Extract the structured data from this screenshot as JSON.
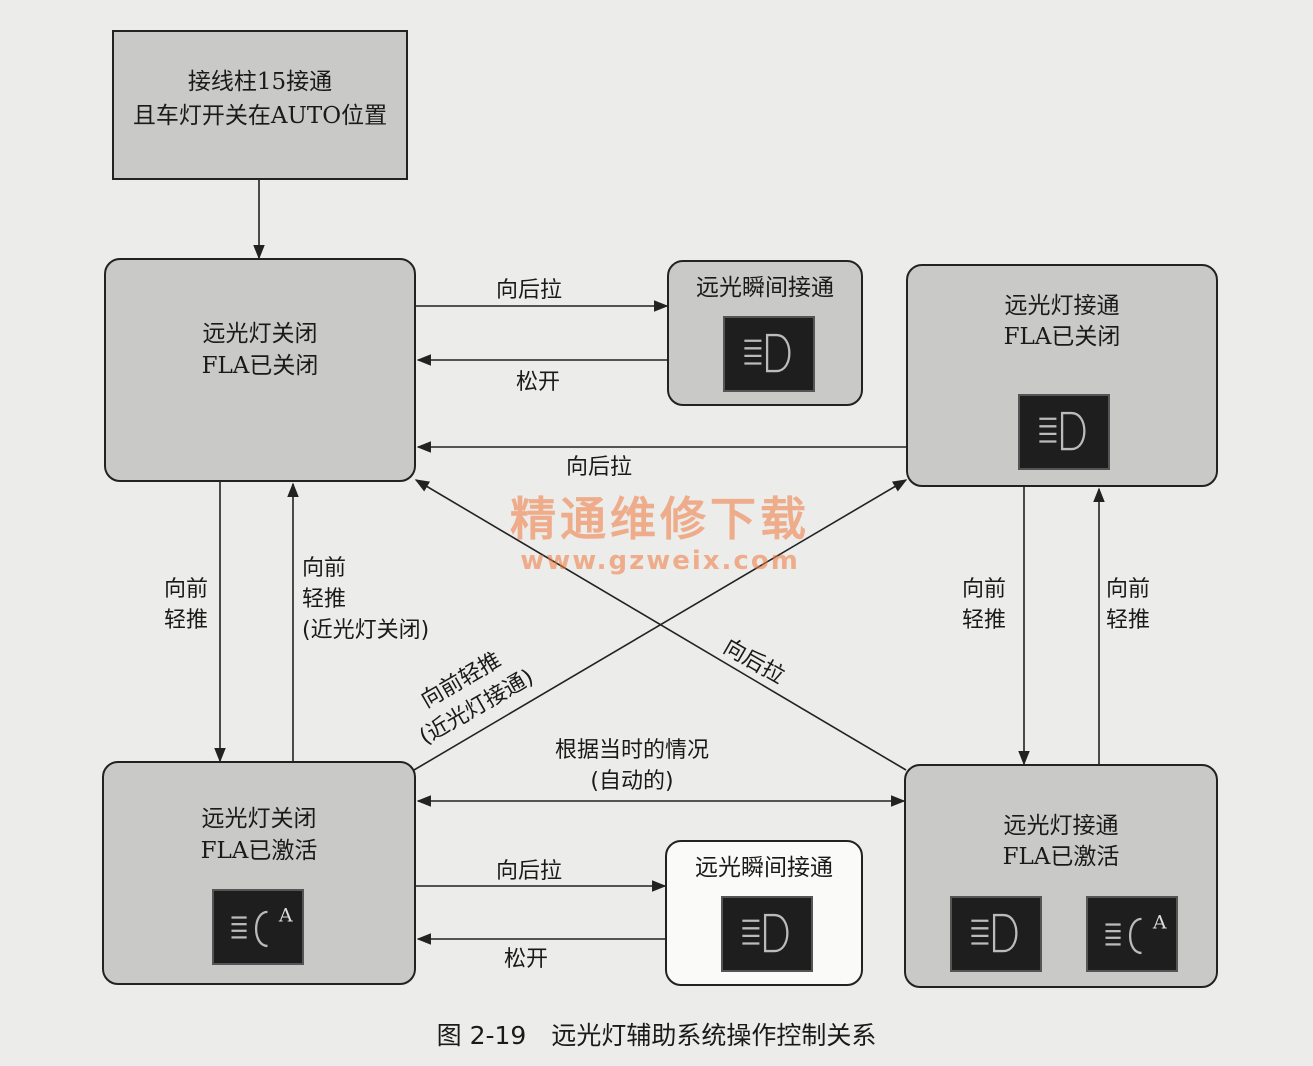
{
  "nodes": {
    "start": {
      "line1": "接线柱15接通",
      "line2": "且车灯开关在AUTO位置"
    },
    "s1": {
      "line1": "远光灯关闭",
      "line2": "FLA已关闭"
    },
    "flash_top": {
      "title": "远光瞬间接通",
      "icon": "high-beam-icon"
    },
    "s2": {
      "line1": "远光灯接通",
      "line2": "FLA已关闭",
      "icon": "high-beam-icon"
    },
    "s3": {
      "line1": "远光灯关闭",
      "line2": "FLA已激活",
      "icon": "high-beam-auto-icon",
      "icon_letter": "A"
    },
    "flash_bottom": {
      "title": "远光瞬间接通",
      "icon": "high-beam-icon"
    },
    "s4": {
      "line1": "远光灯接通",
      "line2": "FLA已激活",
      "icons": [
        "high-beam-icon",
        "high-beam-auto-icon"
      ],
      "icon_letter": "A"
    }
  },
  "edges": {
    "pull_back_top": "向后拉",
    "release_top": "松开",
    "pull_back_s2_s1": "向后拉",
    "push_s1_s3": {
      "line1": "向前",
      "line2": "轻推"
    },
    "push_s3_s1": {
      "line1": "向前",
      "line2": "轻推",
      "line3": "(近光灯关闭)"
    },
    "diag_s3_s2": {
      "line1": "向前轻推",
      "line2": "(近光灯接通)"
    },
    "diag_s4_s1": "向后拉",
    "auto_s3_s4": {
      "line1": "根据当时的情况",
      "line2": "(自动的)"
    },
    "pull_back_bottom": "向后拉",
    "release_bottom": "松开",
    "push_s2_s4": {
      "line1": "向前",
      "line2": "轻推"
    },
    "push_s4_s2": {
      "line1": "向前",
      "line2": "轻推"
    }
  },
  "watermark": {
    "line1": "精通维修下载",
    "line2": "www.gzweix.com"
  },
  "caption": "图 2-19　远光灯辅助系统操作控制关系",
  "colors": {
    "box_fill": "#c9c9c7",
    "icon_fill": "#1e1e1e",
    "watermark": "#f0783c"
  }
}
